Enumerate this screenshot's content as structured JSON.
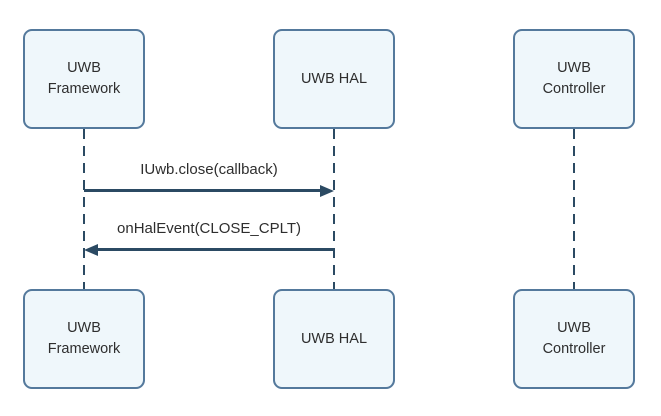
{
  "colors": {
    "background": "#ffffff",
    "box_border": "#54799c",
    "box_fill": "#eff7fb",
    "line": "#2b4a63",
    "text": "#2e2e2e"
  },
  "actors": {
    "top": [
      {
        "label": "UWB\nFramework"
      },
      {
        "label": "UWB HAL"
      },
      {
        "label": "UWB\nController"
      }
    ],
    "bottom": [
      {
        "label": "UWB\nFramework"
      },
      {
        "label": "UWB HAL"
      },
      {
        "label": "UWB\nController"
      }
    ]
  },
  "messages": [
    {
      "label": "IUwb.close(callback)",
      "direction": "right"
    },
    {
      "label": "onHalEvent(CLOSE_CPLT)",
      "direction": "left"
    }
  ]
}
